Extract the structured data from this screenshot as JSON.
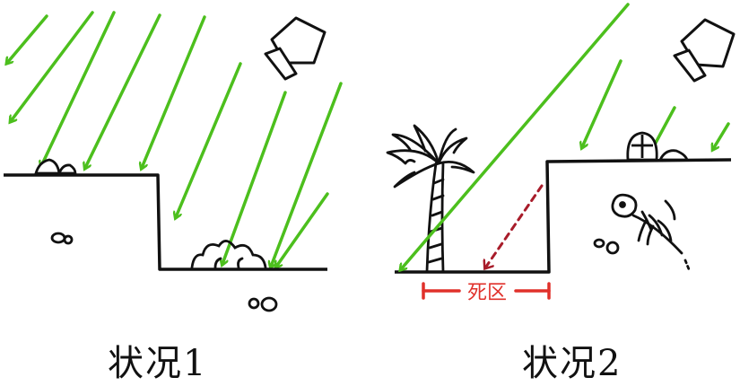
{
  "scenes": [
    {
      "caption": "状况1"
    },
    {
      "caption": "状况2",
      "dead_zone_label": "死区"
    }
  ],
  "colors": {
    "ray": "#4cbf1d",
    "reflected_ray": "#a81c2a",
    "dead_zone": "#e0302a",
    "ink": "#111111"
  },
  "icons": [
    "satellite-icon",
    "rock-icon",
    "bush-icon",
    "palm-tree-icon",
    "helmet-icon",
    "skeleton-icon",
    "pebble-icon"
  ]
}
